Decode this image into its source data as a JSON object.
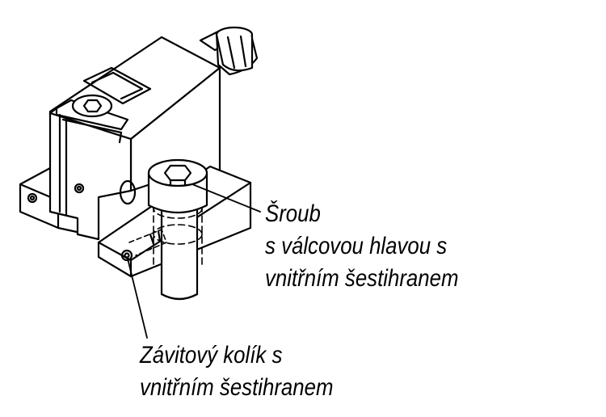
{
  "callouts": {
    "screw": {
      "line1": "Šroub",
      "line2": "s válcovou hlavou s",
      "line3": "vnitřním šestihranem"
    },
    "set_screw": {
      "line1": "Závitový kolík s",
      "line2": "vnitřním šestihranem"
    }
  },
  "colors": {
    "line": "#000000",
    "background": "#ffffff"
  }
}
